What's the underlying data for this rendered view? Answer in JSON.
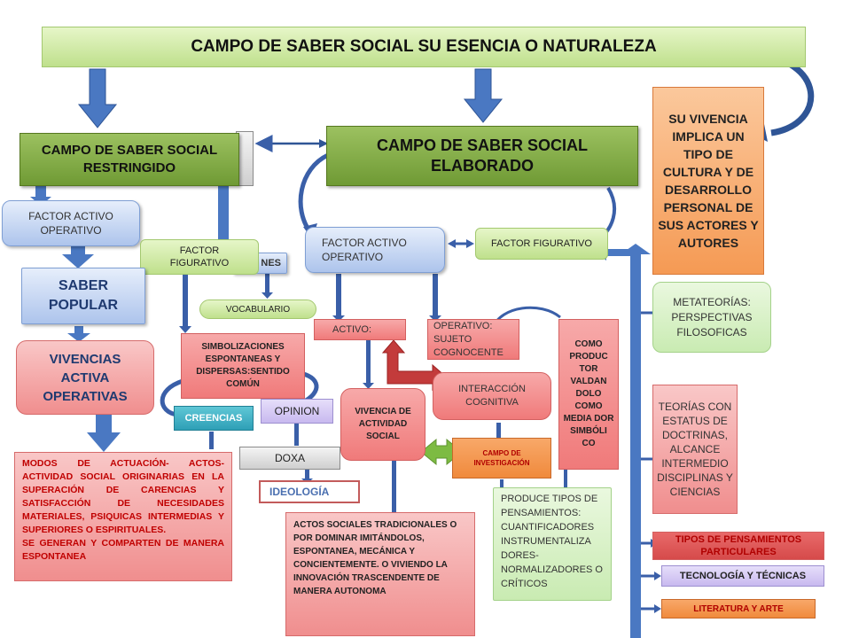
{
  "title": "CAMPO DE SABER SOCIAL SU ESENCIA O NATURALEZA",
  "restringido": "CAMPO  DE SABER SOCIAL RESTRINGIDO",
  "elaborado": "CAMPO DE SABER SOCIAL ELABORADO",
  "vivencia_cultura": "SU VIVENCIA IMPLICA UN TIPO DE CULTURA Y DE DESARROLLO PERSONAL DE SUS ACTORES Y AUTORES",
  "factor_activo_left": "FACTOR ACTIVO OPERATIVO",
  "factor_figurativo_left": "FACTOR FIGURATIVO",
  "nes_fragment": "NES",
  "saber_popular": "SABER POPULAR",
  "vocabulario": "VOCABULARIO",
  "vivencias_activa": "VIVENCIAS ACTIVA OPERATIVAS",
  "simbolizaciones": "SIMBOLIZACIONES ESPONTANEAS Y DISPERSAS:SENTIDO COMÚN",
  "creencias": "CREENCIAS",
  "opinion": "OPINION",
  "doxa": "DOXA",
  "ideologia": "IDEOLOGÍA",
  "modos": [
    "MODOS DE ACTUACIÓN- ACTOS- ACTIVIDAD SOCIAL ORIGINARIAS EN LA SUPERACIÓN DE CARENCIAS Y SATISFACCIÓN DE NECESIDADES MATERIALES, PSIQUICAS INTERMEDIAS Y SUPERIORES O ESPIRITUALES.",
    "SE GENERAN Y COMPARTEN DE MANERA ESPONTANEA"
  ],
  "factor_activo_center": "FACTOR ACTIVO OPERATIVO",
  "factor_figurativo_center": "FACTOR FIGURATIVO",
  "activo": "ACTIVO:",
  "operativo": "OPERATIVO: SUJETO COGNOCENTE",
  "vivencia_actividad": "VIVENCIA DE ACTIVIDAD SOCIAL",
  "interaccion": "INTERACCIÓN COGNITIVA",
  "campo_investigacion": "CAMPO DE INVESTIGACIÓN",
  "como_producto": "COMO PRODUC TOR VALDAN DOLO COMO MEDIA DOR SIMBÓLI CO",
  "actos_sociales": "ACTOS SOCIALES TRADICIONALES O POR DOMINAR IMITÁNDOLOS, ESPONTANEA, MECÁNICA Y CONCIENTEMENTE. O VIVIENDO LA INNOVACIÓN TRASCENDENTE DE MANERA AUTONOMA",
  "produce_tipos": "PRODUCE TIPOS DE PENSAMIENTOS: CUANTIFICADORES INSTRUMENTALIZA DORES- NORMALIZADORES O CRÍTICOS",
  "metateorias": "METATEORÍAS: PERSPECTIVAS FILOSOFICAS",
  "teorias": "TEORÍAS CON ESTATUS DE DOCTRINAS, ALCANCE INTERMEDIO DISCIPLINAS Y CIENCIAS",
  "tipos_pensamientos": "TIPOS DE PENSAMIENTOS PARTICULARES",
  "tecnologia": "TECNOLOGÍA Y TÉCNICAS",
  "literatura": "LITERATURA  Y ARTE",
  "colors": {
    "blue_arrow": "#4a78c2",
    "green_arrow": "#7dbb42",
    "red_arrow": "#c33b3b"
  }
}
